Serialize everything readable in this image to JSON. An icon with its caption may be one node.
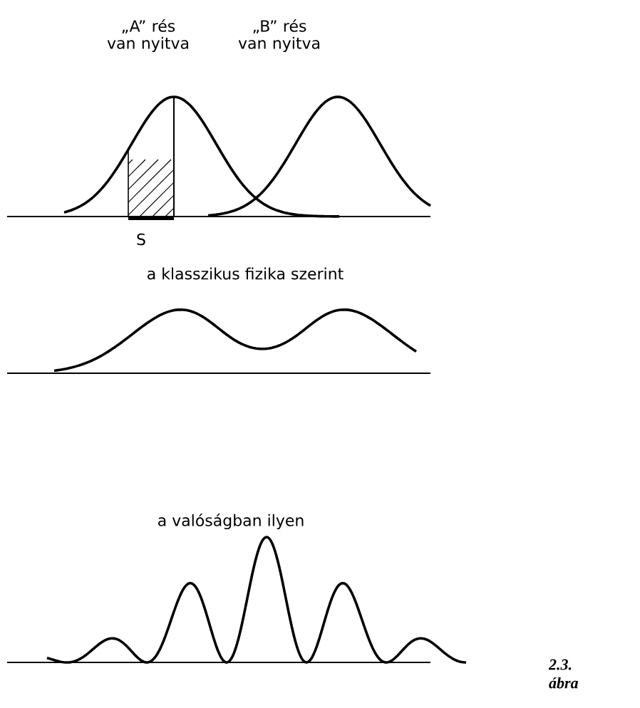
{
  "diagram": {
    "caption": "2.3. ábra",
    "labels": [
      "„A” rés van nyitva",
      "„B” rés van nyitva",
      "S",
      "a klasszikus fizika szerint",
      "a valóságban ilyen"
    ]
  }
}
